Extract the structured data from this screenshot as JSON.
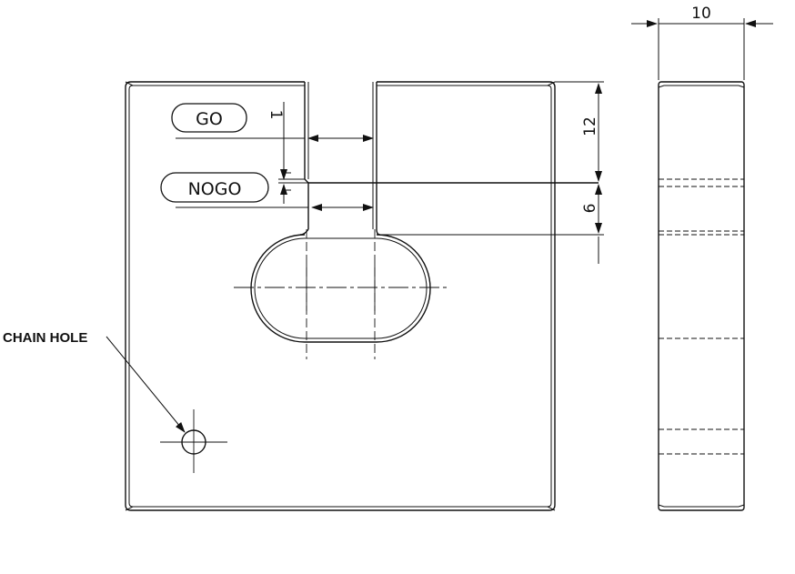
{
  "labels": {
    "go": "GO",
    "nogo": "NOGO",
    "chain_hole": "CHAIN HOLE"
  },
  "dimensions": {
    "thickness": "10",
    "slot_depth": "12",
    "nogo_length": "6",
    "step": "1"
  },
  "colors": {
    "line": "#111111",
    "background": "#ffffff"
  }
}
